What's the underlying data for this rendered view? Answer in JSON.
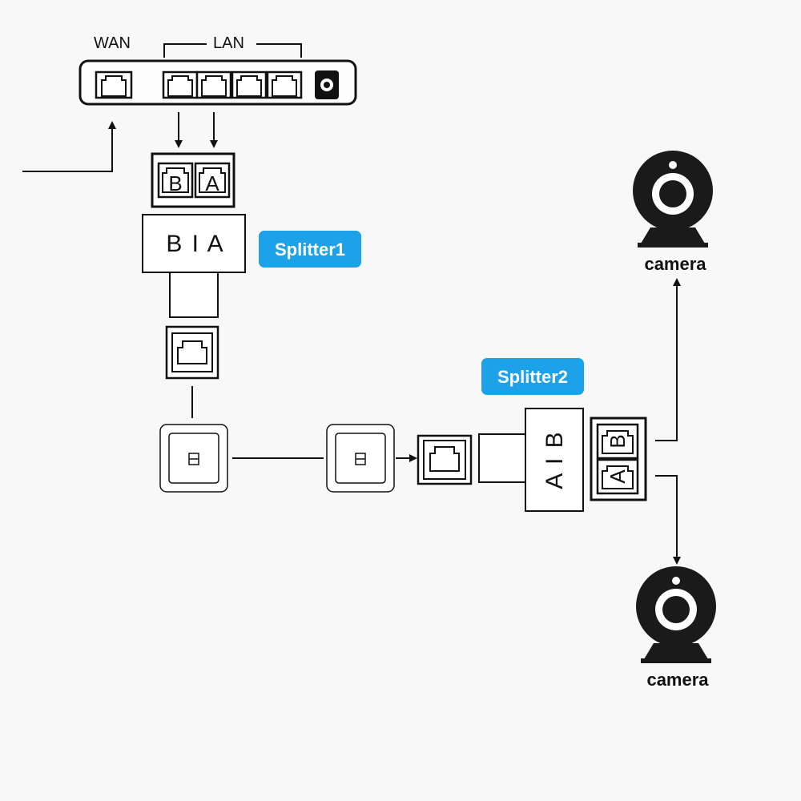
{
  "router": {
    "wan_label": "WAN",
    "lan_label": "LAN"
  },
  "splitter1": {
    "badge": "Splitter1",
    "body_text": "B I A",
    "port_b": "B",
    "port_a": "A"
  },
  "splitter2": {
    "badge": "Splitter2",
    "body_text": "A I B",
    "port_b": "B",
    "port_a": "A"
  },
  "cameras": [
    {
      "label": "camera"
    },
    {
      "label": "camera"
    }
  ],
  "colors": {
    "badge": "#1da1e8",
    "line": "#111111",
    "background": "#f8f8f8"
  }
}
